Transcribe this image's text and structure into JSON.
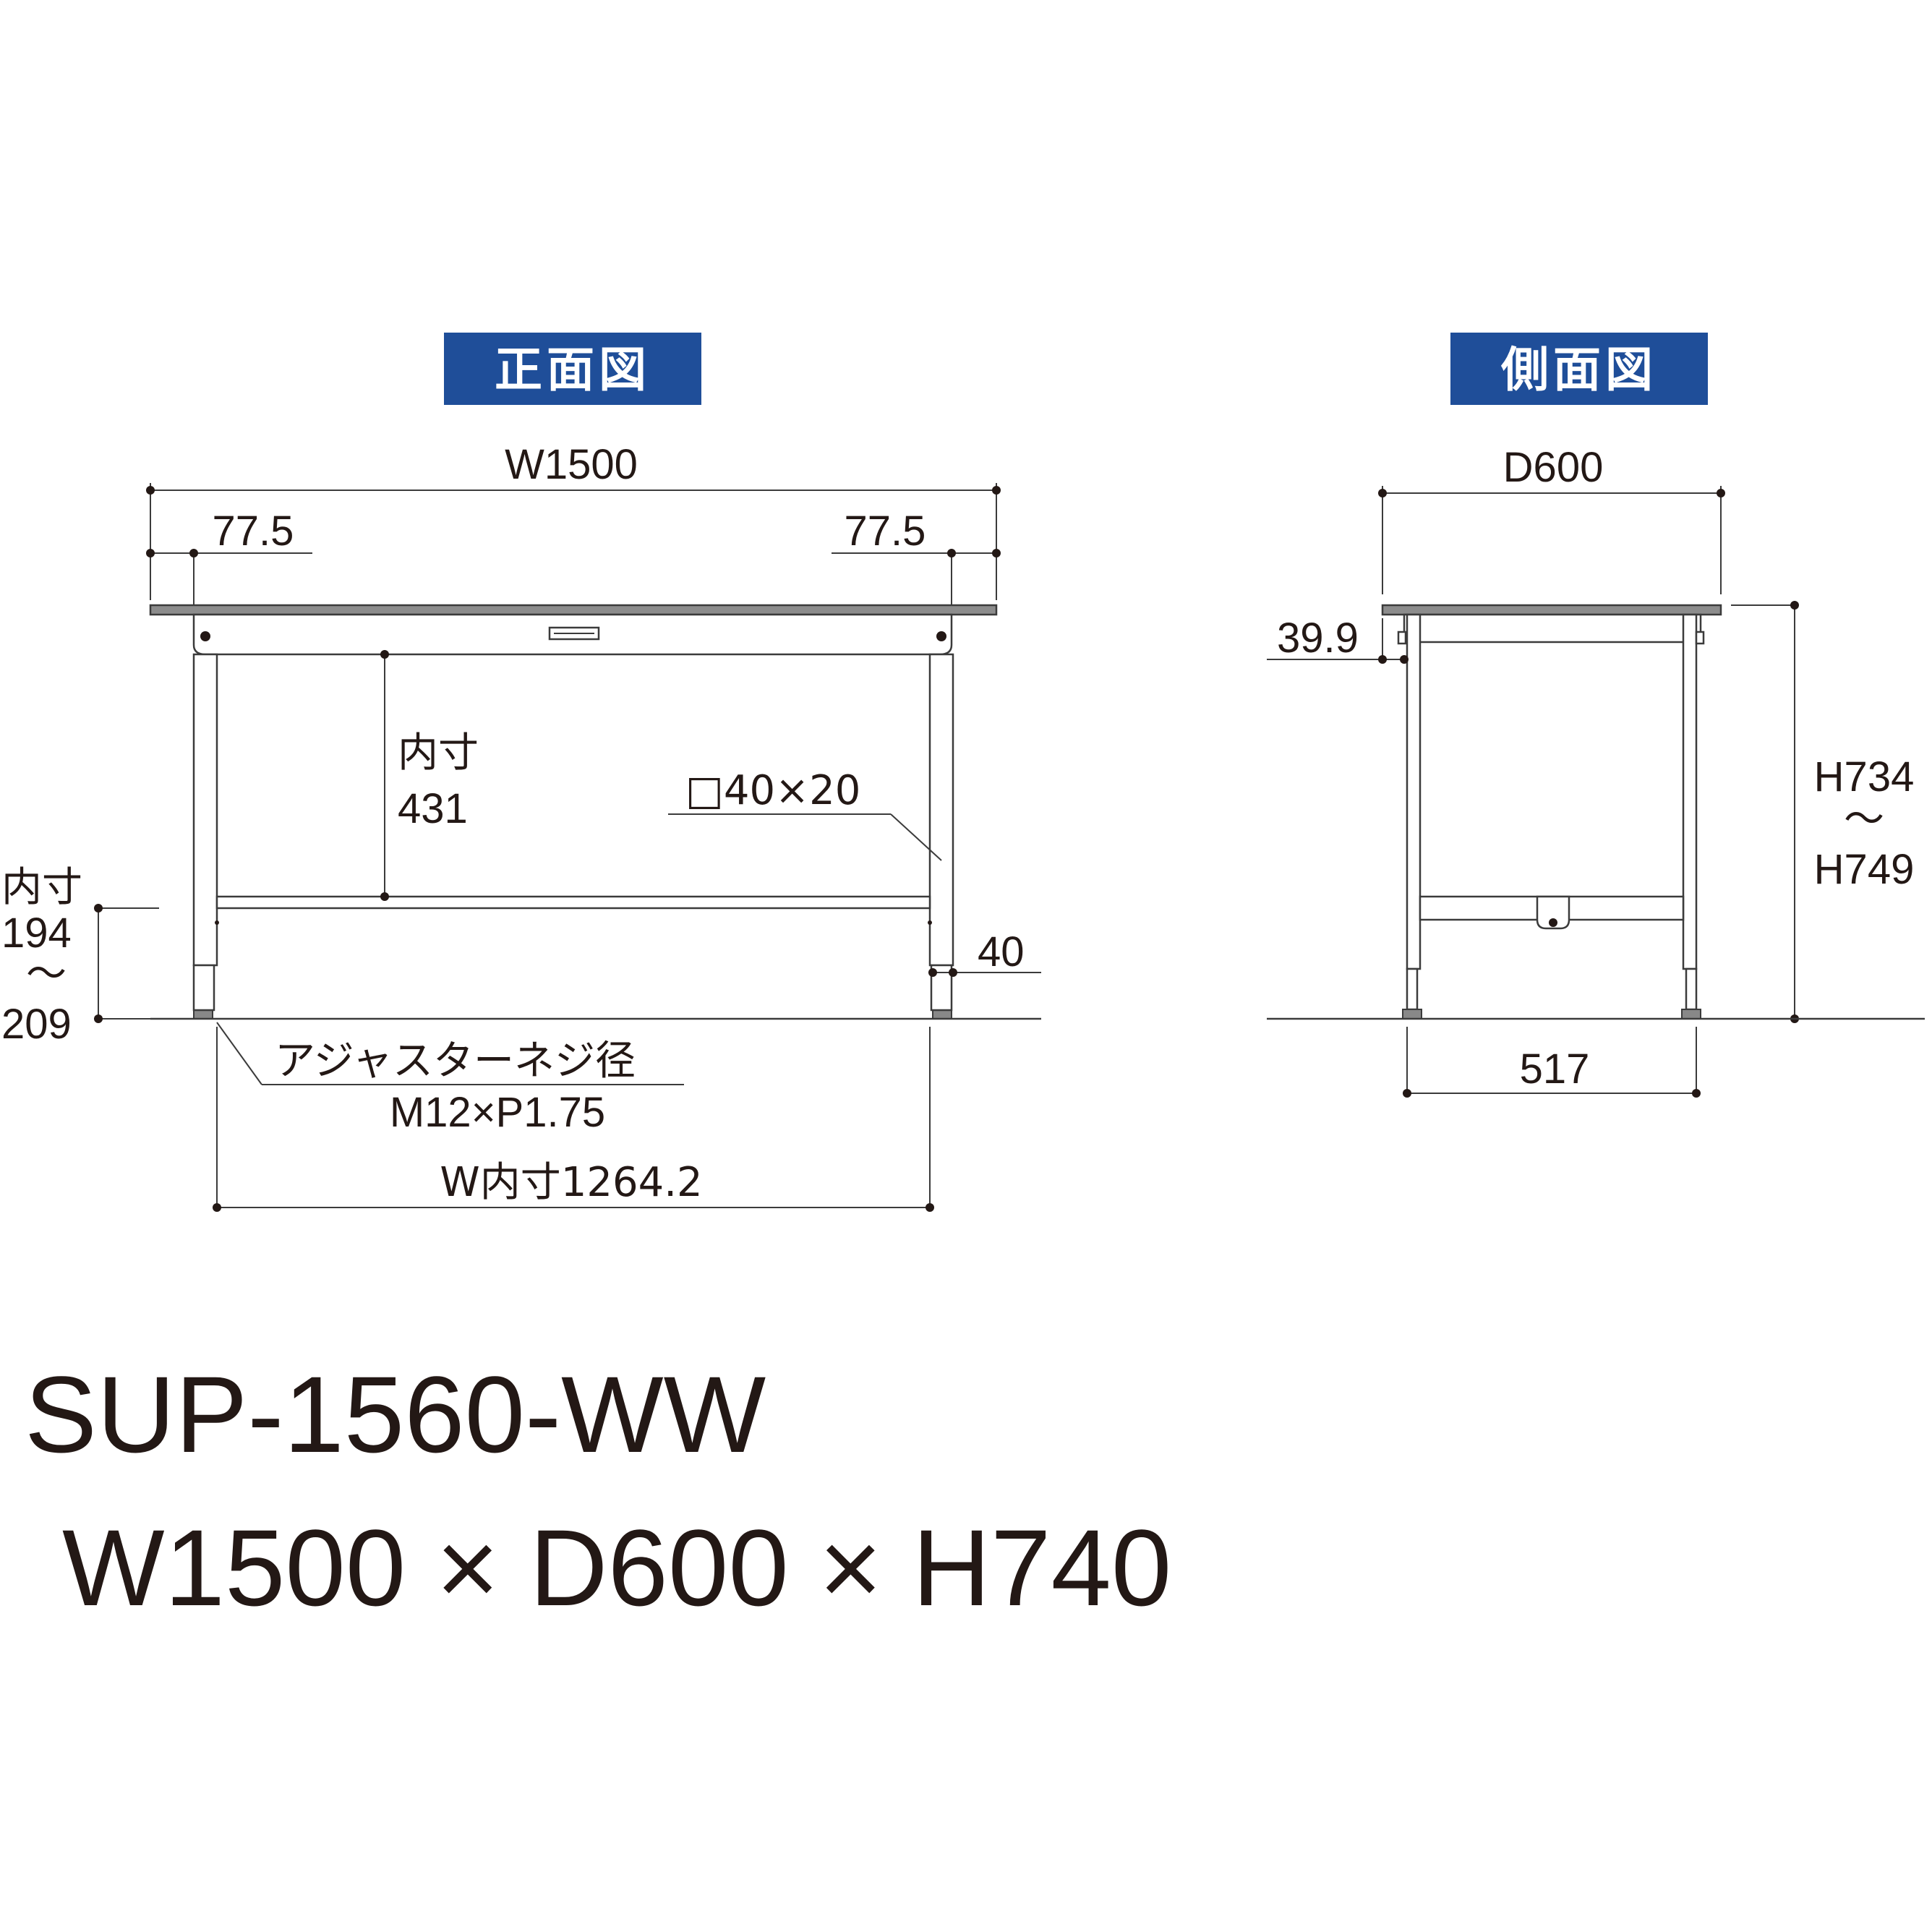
{
  "front_view": {
    "title": "正面図",
    "width_total": "W1500",
    "left_overhang": "77.5",
    "right_overhang": "77.5",
    "inner_height_label": "内寸",
    "inner_height_value": "431",
    "pipe_size": "□40×20",
    "clearance_label": "内寸",
    "clearance_min": "194",
    "clearance_tilde": "～",
    "clearance_max": "209",
    "bar_height": "40",
    "adjuster_label": "アジャスターネジ径",
    "adjuster_spec": "M12×P1.75",
    "inner_width": "W内寸1264.2"
  },
  "side_view": {
    "title": "側面図",
    "depth_total": "D600",
    "frame_offset": "39.9",
    "height_min": "H734",
    "height_tilde": "～",
    "height_max": "H749",
    "leg_span": "517"
  },
  "product": {
    "model": "SUP-1560-WW",
    "size": "W1500 × D600 × H740"
  },
  "colors": {
    "badge": "#1f4e99",
    "line": "#3b3b3b",
    "text": "#231815",
    "tabletop": "#8c8c8c"
  }
}
